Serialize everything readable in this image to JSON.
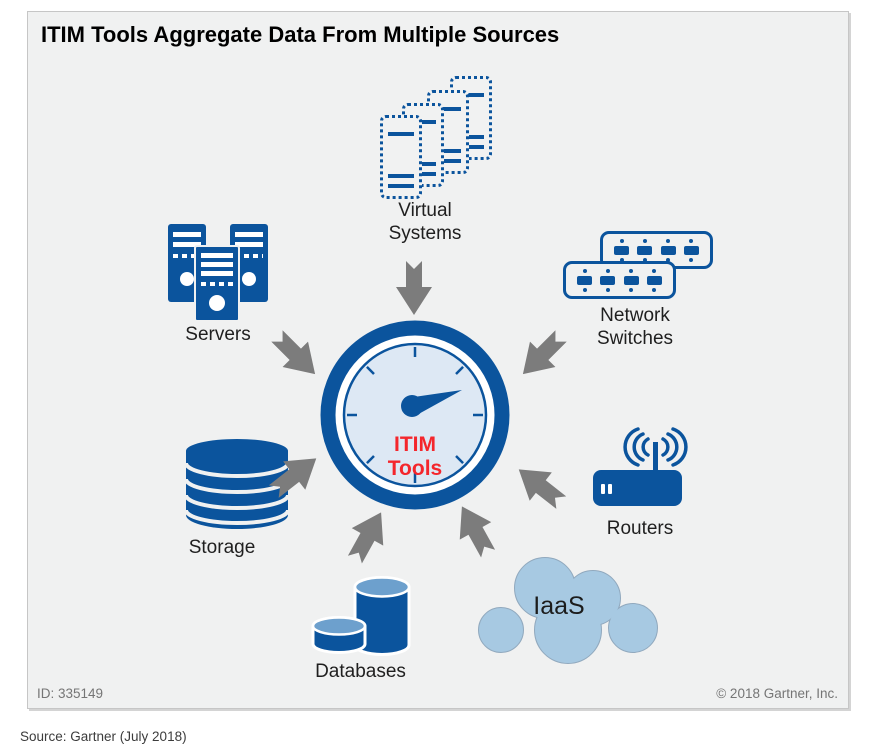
{
  "title": "ITIM Tools Aggregate Data From Multiple Sources",
  "center_gauge": {
    "line1": "ITIM",
    "line2": "Tools"
  },
  "nodes": {
    "virtual_systems": {
      "label": "Virtual\nSystems"
    },
    "servers": {
      "label": "Servers"
    },
    "network_switches": {
      "label": "Network\nSwitches"
    },
    "storage": {
      "label": "Storage"
    },
    "routers": {
      "label": "Routers"
    },
    "databases": {
      "label": "Databases"
    },
    "iaas": {
      "label": "IaaS"
    }
  },
  "footer": {
    "figure_id": "ID: 335149",
    "copyright": "© 2018 Gartner, Inc."
  },
  "source_note": "Source: Gartner (July 2018)",
  "colors": {
    "primary_blue": "#0b549d",
    "arrow_gray": "#7c7c7c",
    "cloud_blue": "#a7c9e2",
    "gauge_face_blue": "#dde8f4",
    "center_label_red": "#f4262c",
    "panel_background": "#f0f1f1"
  }
}
